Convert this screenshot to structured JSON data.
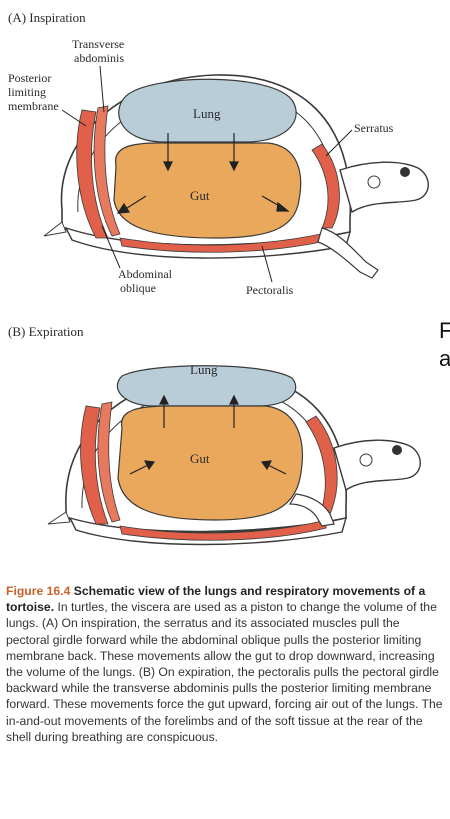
{
  "panel_a": {
    "title": "(A) Inspiration",
    "labels": {
      "transverse_abdominis_1": "Transverse",
      "transverse_abdominis_2": "abdominis",
      "posterior_1": "Posterior",
      "posterior_2": "limiting",
      "posterior_3": "membrane",
      "serratus": "Serratus",
      "lung": "Lung",
      "gut": "Gut",
      "abdominal_1": "Abdominal",
      "abdominal_2": "oblique",
      "pectoralis": "Pectoralis"
    }
  },
  "panel_b": {
    "title": "(B) Expiration",
    "labels": {
      "lung": "Lung",
      "gut": "Gut"
    }
  },
  "edge_text": {
    "top": "F",
    "bottom": "a"
  },
  "caption": {
    "figure_number": "Figure 16.4",
    "heading": "Schematic view of the lungs and respiratory movements of a tortoise.",
    "body": "In turtles, the viscera are used as a piston to change the volume of the lungs. (A) On inspiration, the serratus and its associated muscles pull the pectoral girdle forward while the abdominal oblique pulls the posterior limiting membrane back. These movements allow the gut to drop downward, increasing the volume of the lungs. (B) On expiration, the pectoralis pulls the pectoral girdle backward while the transverse abdominis pulls the posterior limiting membrane forward. These movements force the gut upward, forcing air out of the lungs. The in-and-out movements of the forelimbs and of the soft tissue at the rear of the shell during breathing are conspicuous."
  },
  "colors": {
    "lung": "#b9cdd8",
    "gut": "#e9a85c",
    "muscle": "#e0604a",
    "outline": "#3a3a3a",
    "caption_title": "#c8612a"
  }
}
